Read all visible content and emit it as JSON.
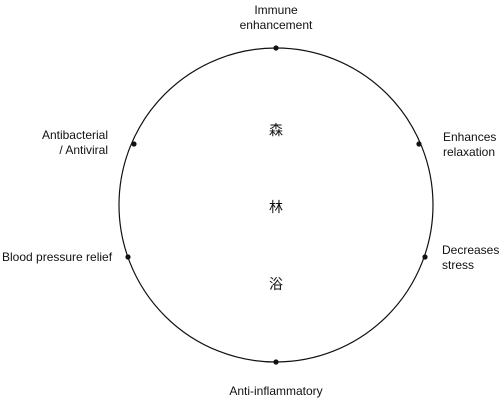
{
  "diagram": {
    "center_characters": [
      "森",
      "林",
      "浴"
    ],
    "benefits": [
      {
        "id": "immune",
        "lines": [
          "Immune",
          "enhancement"
        ]
      },
      {
        "id": "relaxation",
        "lines": [
          "Enhances",
          "relaxation"
        ]
      },
      {
        "id": "stress",
        "lines": [
          "Decreases",
          "stress"
        ]
      },
      {
        "id": "anti-inflammatory",
        "lines": [
          "Anti-inflammatory"
        ]
      },
      {
        "id": "blood-pressure",
        "lines": [
          "Blood pressure relief"
        ]
      },
      {
        "id": "antibacterial",
        "lines": [
          "Antibacterial",
          "/ Antiviral"
        ]
      }
    ],
    "colors": {
      "line": "#111111",
      "dot": "#111111",
      "text": "#111111"
    }
  }
}
